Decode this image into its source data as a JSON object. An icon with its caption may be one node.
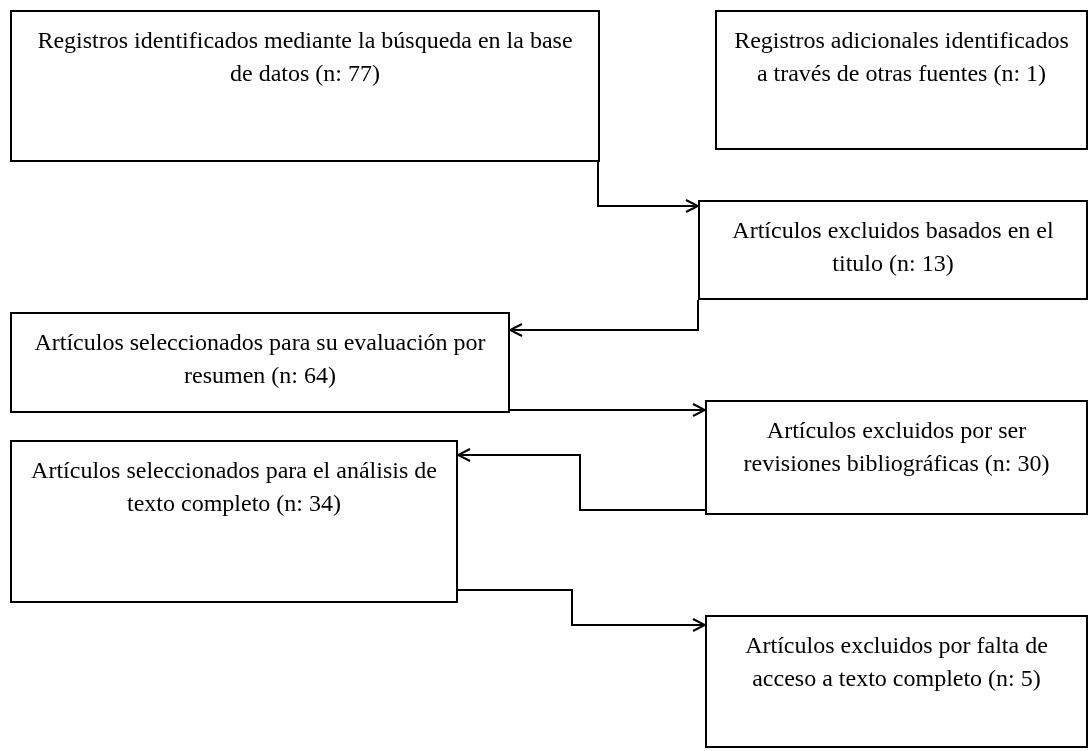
{
  "diagram": {
    "nodes": [
      {
        "text": [
          "Registros identificados mediante la búsqueda en la base de datos (n: 77)"
        ]
      },
      {
        "text": [
          "Registros adicionales identificados a través de otras fuentes (n: 1)"
        ]
      },
      {
        "text": [
          "Artículos excluidos basados en el titulo (n: 13)"
        ]
      },
      {
        "text": [
          "Artículos seleccionados para su evaluación por resumen (n: 64)"
        ]
      },
      {
        "text": [
          "Artículos excluidos por ser revisiones bibliográficas (n: 30)"
        ]
      },
      {
        "text": [
          "Artículos seleccionados para el análisis de texto completo (n: 34)"
        ]
      },
      {
        "text": [
          "Artículos excluidos por falta de acceso a texto completo (n: 5)"
        ]
      }
    ],
    "edges": [
      {
        "from": 0,
        "to": 2,
        "arrow": "to"
      },
      {
        "from": 2,
        "to": 3,
        "arrow": "to"
      },
      {
        "from": 3,
        "to": 4,
        "arrow": "to"
      },
      {
        "from": 4,
        "to": 5,
        "arrow": "to"
      },
      {
        "from": 5,
        "to": 6,
        "arrow": "to"
      }
    ]
  }
}
